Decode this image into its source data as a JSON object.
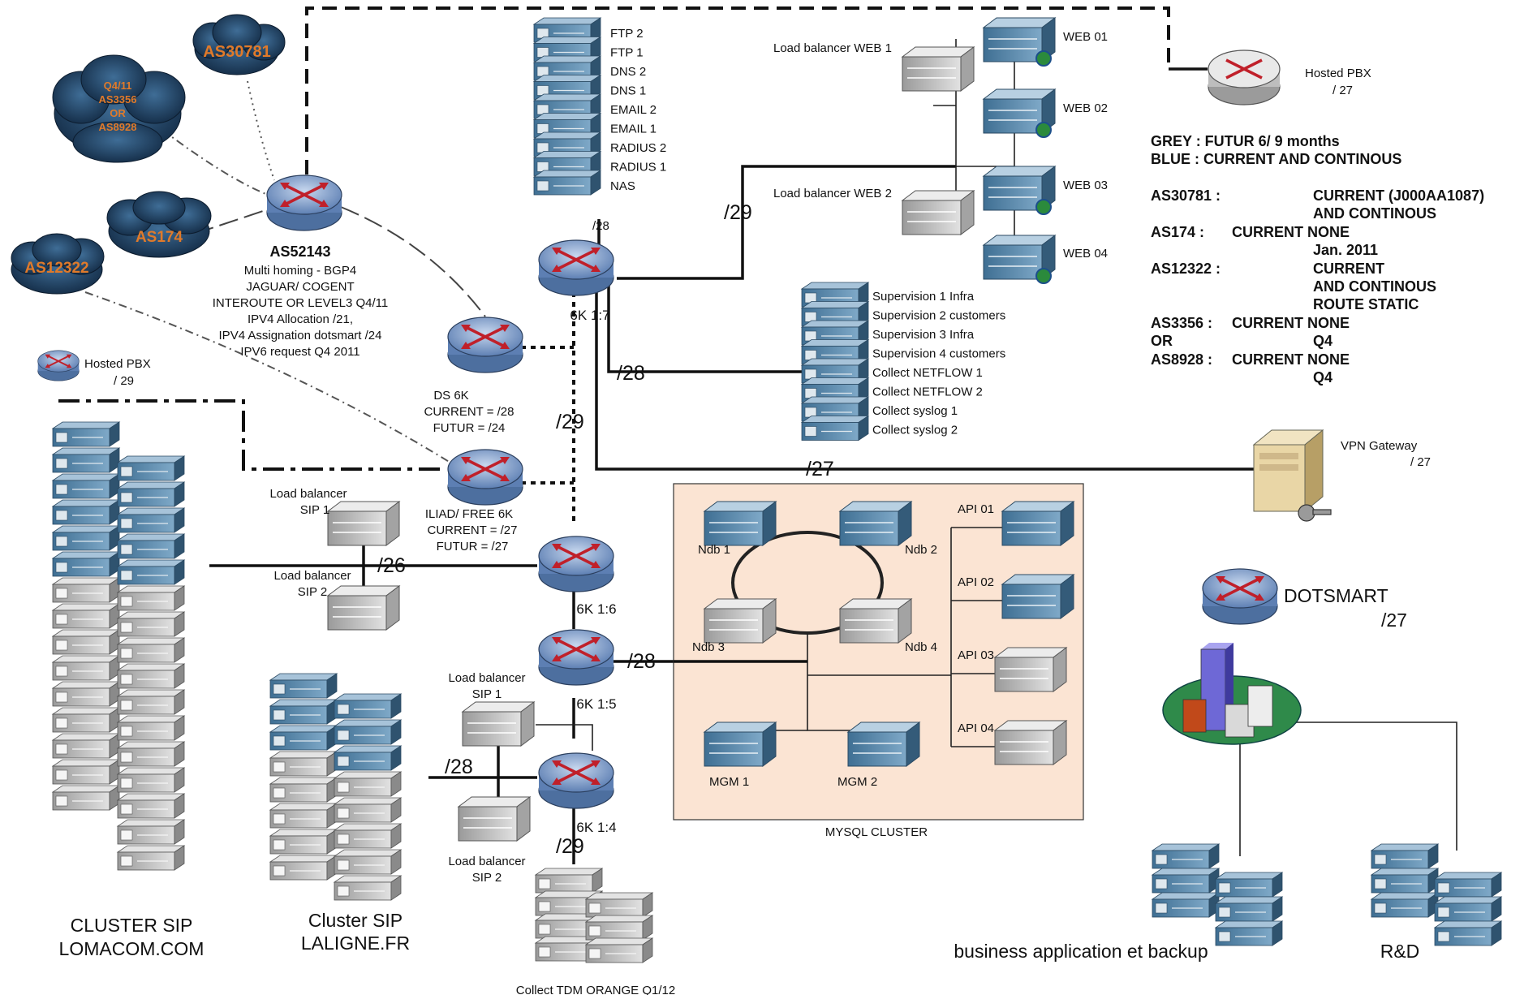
{
  "clouds": [
    {
      "label": "AS30781"
    },
    {
      "label": "Q4/11\nAS3356\nOR\nAS8928"
    },
    {
      "label": "AS174"
    },
    {
      "label": "AS12322"
    }
  ],
  "as52143": {
    "title": "AS52143",
    "lines": [
      "Multi homing - BGP4",
      "JAGUAR/ COGENT",
      "INTEROUTE OR LEVEL3 Q4/11",
      "IPV4 Allocation /21,",
      "IPV4 Assignation dotsmart /24",
      "IPV6 request Q4 2011"
    ]
  },
  "hosted_pbx_left": {
    "name": "Hosted PBX",
    "subnet": "/ 29"
  },
  "hosted_pbx_right": {
    "name": "Hosted PBX",
    "subnet": "/ 27"
  },
  "server_stack": [
    "FTP 2",
    "FTP 1",
    "DNS 2",
    "DNS 1",
    "EMAIL 2",
    "EMAIL 1",
    "RADIUS 2",
    "RADIUS 1",
    "NAS"
  ],
  "subnets": {
    "stack": "/28",
    "web": "/29",
    "supervision": "/28",
    "core_vertical": "/29",
    "vpn": "/27",
    "sip_lomacom": "/26",
    "mysql": "/28",
    "laligne": "/28",
    "tdm": "/29"
  },
  "routers": {
    "r_6k17": "6K 1:7",
    "r_6k16": "6K 1:6",
    "r_6k15": "6K 1:5",
    "r_6k14": "6K 1:4"
  },
  "ds6k": {
    "name": "DS 6K",
    "current": "CURRENT = /28",
    "futur": "FUTUR = /24"
  },
  "iliad": {
    "name": "ILIAD/ FREE 6K",
    "current": "CURRENT = /27",
    "futur": "FUTUR = /27"
  },
  "web": {
    "lb1": "Load balancer WEB 1",
    "lb2": "Load balancer WEB 2",
    "servers": [
      "WEB 01",
      "WEB 02",
      "WEB 03",
      "WEB 04"
    ]
  },
  "supervision": [
    "Supervision 1 Infra",
    "Supervision 2 customers",
    "Supervision 3 Infra",
    "Supervision 4 customers",
    "Collect NETFLOW 1",
    "Collect NETFLOW 2",
    "Collect syslog 1",
    "Collect syslog 2"
  ],
  "vpn": {
    "name": "VPN Gateway",
    "subnet": "/ 27"
  },
  "legend": {
    "grey": "GREY : FUTUR 6/ 9 months",
    "blue": "BLUE : CURRENT AND CONTINOUS",
    "rows": [
      {
        "as": "AS30781 :",
        "value": [
          "CURRENT (J000AA1087)",
          "AND CONTINOUS"
        ]
      },
      {
        "as": "AS174 :",
        "value": [
          "CURRENT NONE",
          "Jan. 2011"
        ]
      },
      {
        "as": "AS12322 :",
        "value": [
          "CURRENT",
          "AND CONTINOUS",
          "ROUTE STATIC"
        ]
      },
      {
        "as": "AS3356 :",
        "value": [
          "CURRENT NONE"
        ]
      },
      {
        "as": "OR",
        "value": [
          "Q4"
        ]
      },
      {
        "as": "AS8928 :",
        "value": [
          "CURRENT NONE",
          "Q4"
        ]
      }
    ]
  },
  "sip_lb": {
    "top1": "Load balancer",
    "top1b": "SIP 1",
    "top2": "Load balancer",
    "top2b": "SIP 2",
    "bot1": "Load balancer",
    "bot1b": "SIP 1",
    "bot2": "Load balancer",
    "bot2b": "SIP 2"
  },
  "mysql": {
    "title": "MYSQL CLUSTER",
    "ndb": [
      "Ndb 1",
      "Ndb 2",
      "Ndb 3",
      "Ndb 4"
    ],
    "mgm": [
      "MGM 1",
      "MGM 2"
    ],
    "api": [
      "API 01",
      "API 02",
      "API 03",
      "API 04"
    ]
  },
  "dotsmart": {
    "name": "DOTSMART",
    "subnet": "/27"
  },
  "clusters": {
    "lomacom1": "CLUSTER SIP",
    "lomacom2": "LOMACOM.COM",
    "laligne1": "Cluster SIP",
    "laligne2": "LALIGNE.FR",
    "business": "business application et backup",
    "rd": "R&D",
    "tdm": "Collect TDM ORANGE Q1/12"
  },
  "colors": {
    "server_blue": "#5b8fb5",
    "server_grey": "#b9b9b9",
    "router_blue": "#6f90c4",
    "router_arrow": "#c0202a",
    "cloud": "#1f3a5a",
    "cloud_text": "#e07a2a",
    "mysql_bg": "#fbe4d3"
  }
}
